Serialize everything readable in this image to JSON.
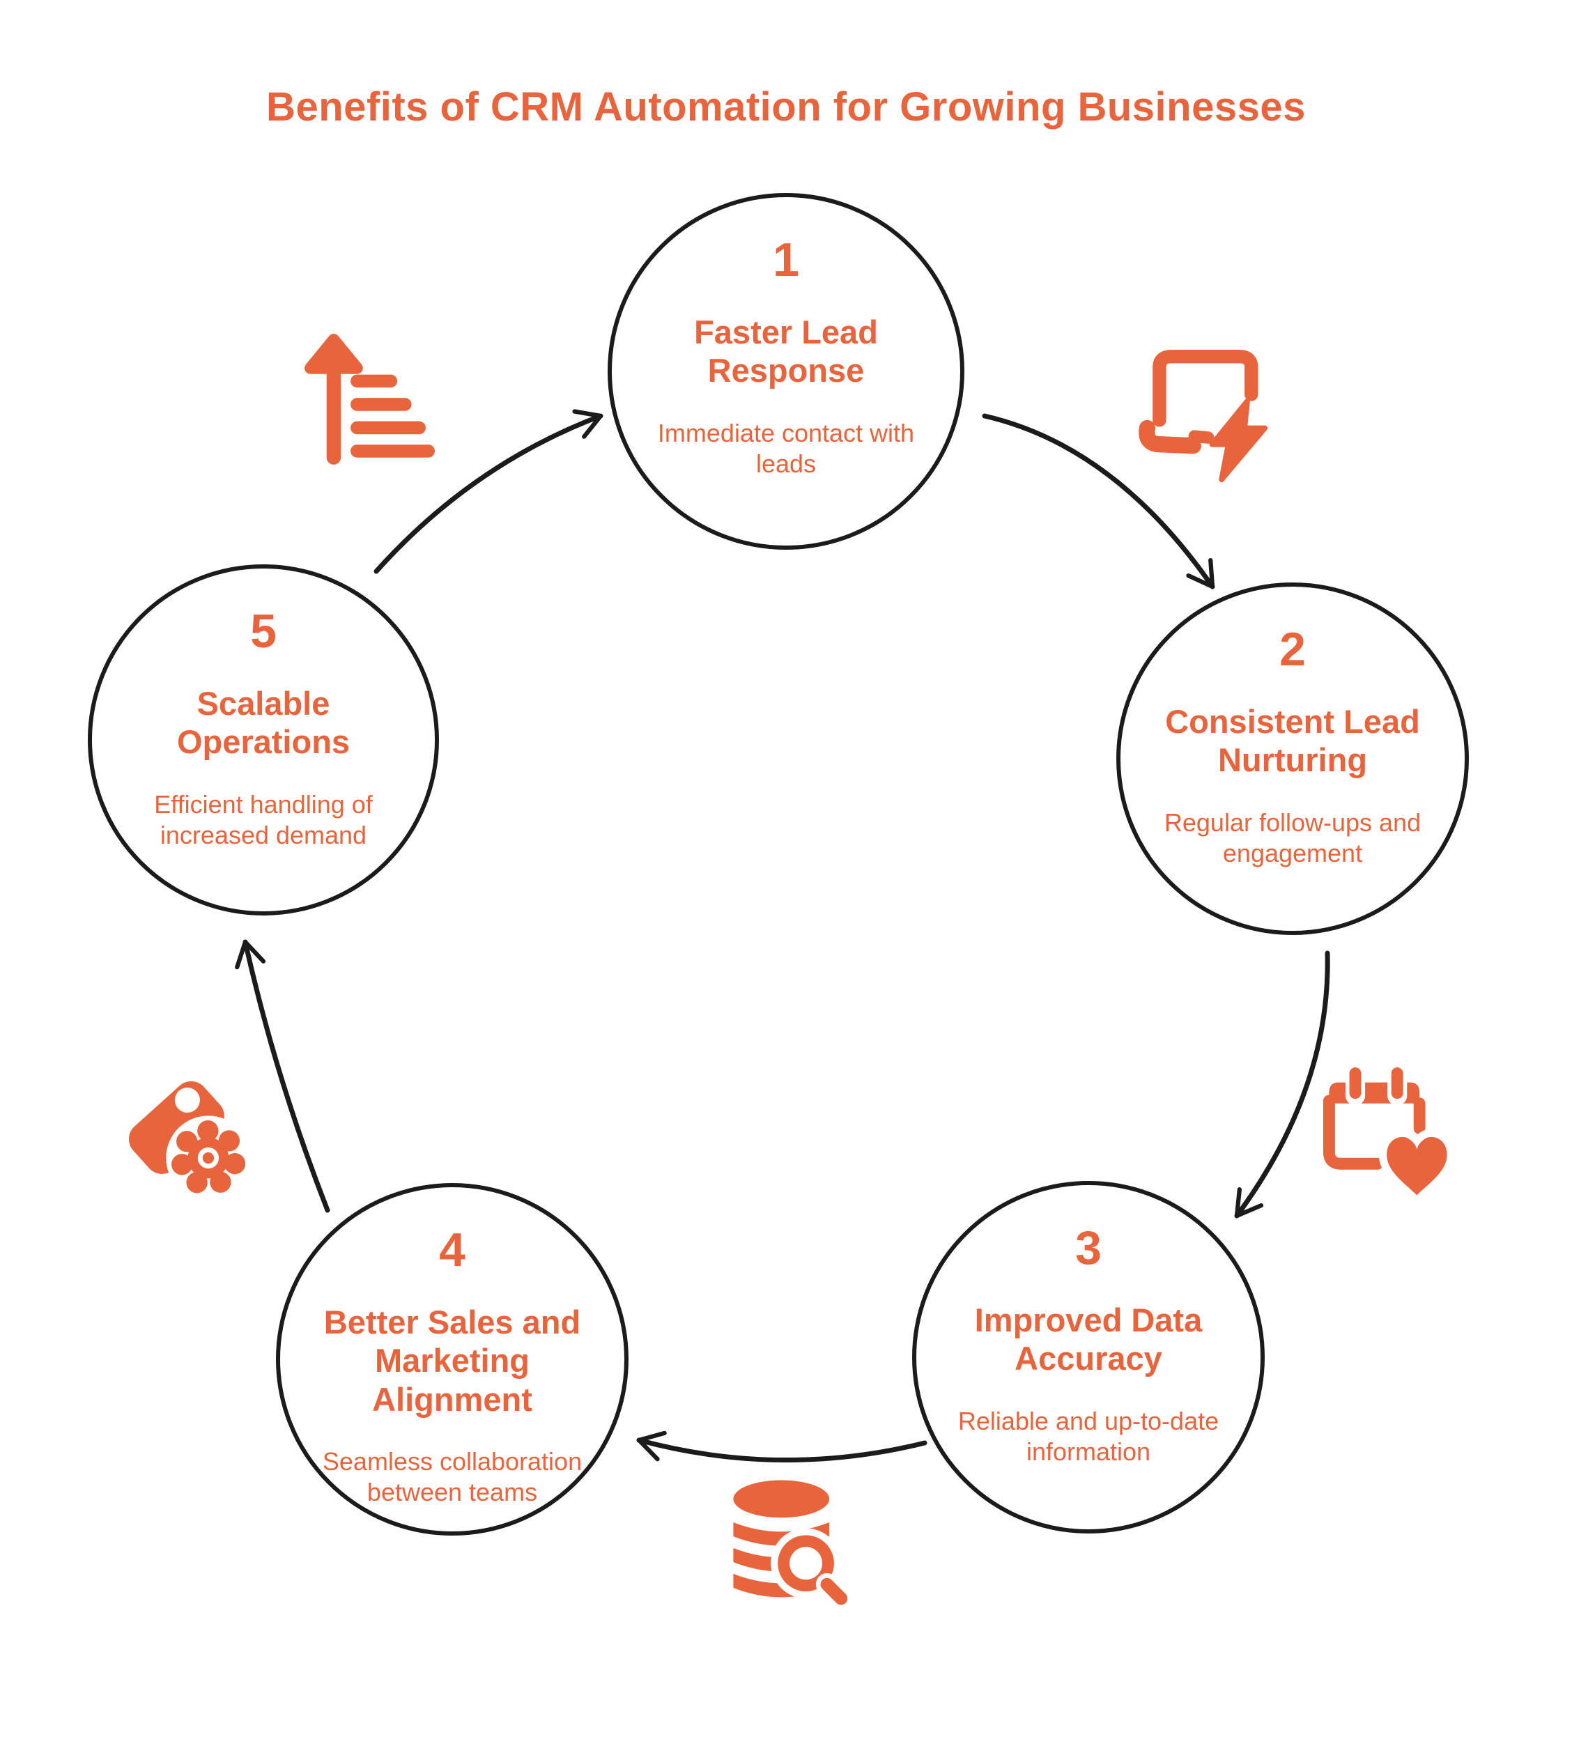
{
  "title": "Benefits of CRM Automation for Growing Businesses",
  "colors": {
    "accent": "#E8643C",
    "line": "#1B1B1B",
    "background": "#FFFFFF"
  },
  "steps": [
    {
      "number": "1",
      "title": "Faster Lead Response",
      "description": "Immediate contact with leads"
    },
    {
      "number": "2",
      "title": "Consistent Lead Nurturing",
      "description": "Regular follow-ups and engagement"
    },
    {
      "number": "3",
      "title": "Improved Data Accuracy",
      "description": "Reliable and up-to-date information"
    },
    {
      "number": "4",
      "title": "Better Sales and Marketing Alignment",
      "description": "Seamless collaboration between teams"
    },
    {
      "number": "5",
      "title": "Scalable Operations",
      "description": "Efficient handling of increased demand"
    }
  ],
  "icons": [
    {
      "name": "sort-ascending-arrow-icon"
    },
    {
      "name": "laptop-lightning-icon"
    },
    {
      "name": "calendar-heart-icon"
    },
    {
      "name": "database-search-icon"
    },
    {
      "name": "tag-gear-icon"
    }
  ]
}
